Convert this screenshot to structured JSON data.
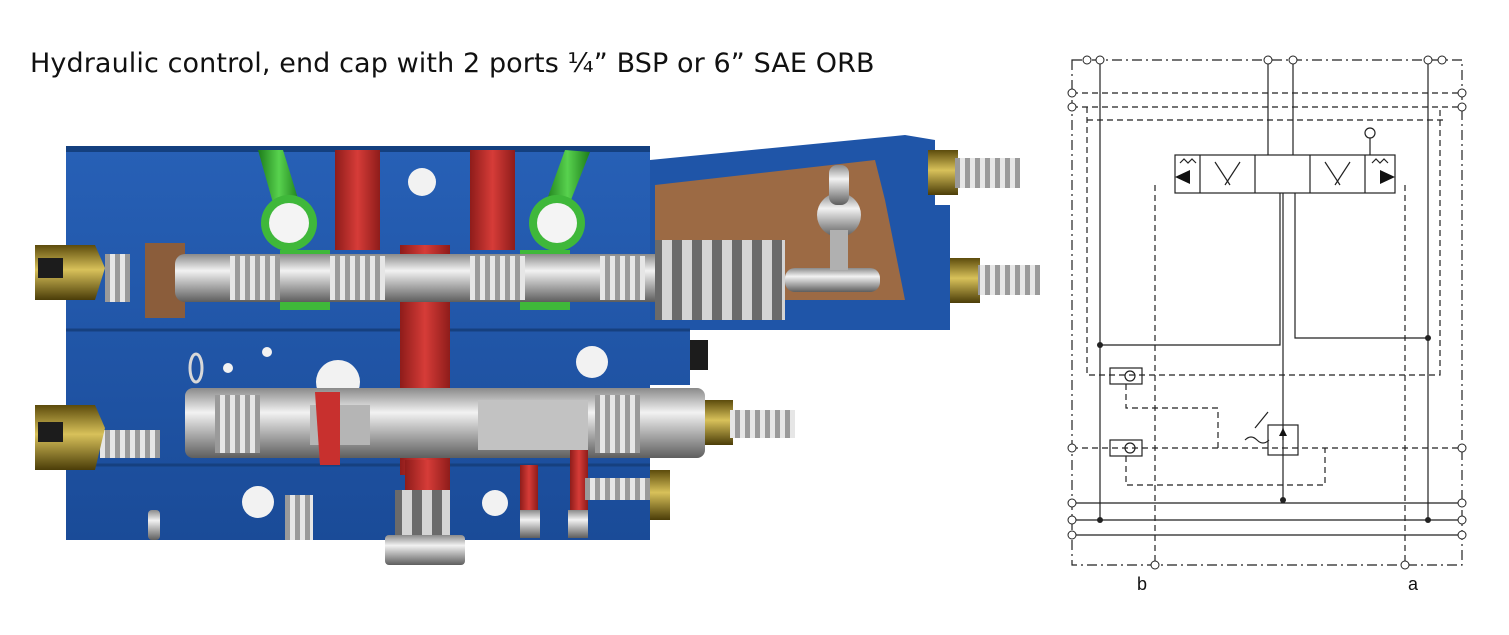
{
  "title": "Hydraulic control, end cap with 2 ports ¼” BSP or 6” SAE ORB",
  "schematic": {
    "port_labels": [
      "b",
      "a"
    ]
  },
  "colors": {
    "body": "#1f55a8",
    "body_dark": "#16407f",
    "spring_chamber": "#9c6a44",
    "pressure_channel": "#c8302e",
    "pilot_channel": "#3fb83a",
    "steel": "#c9c9c9",
    "brass": "#a58a1e"
  }
}
